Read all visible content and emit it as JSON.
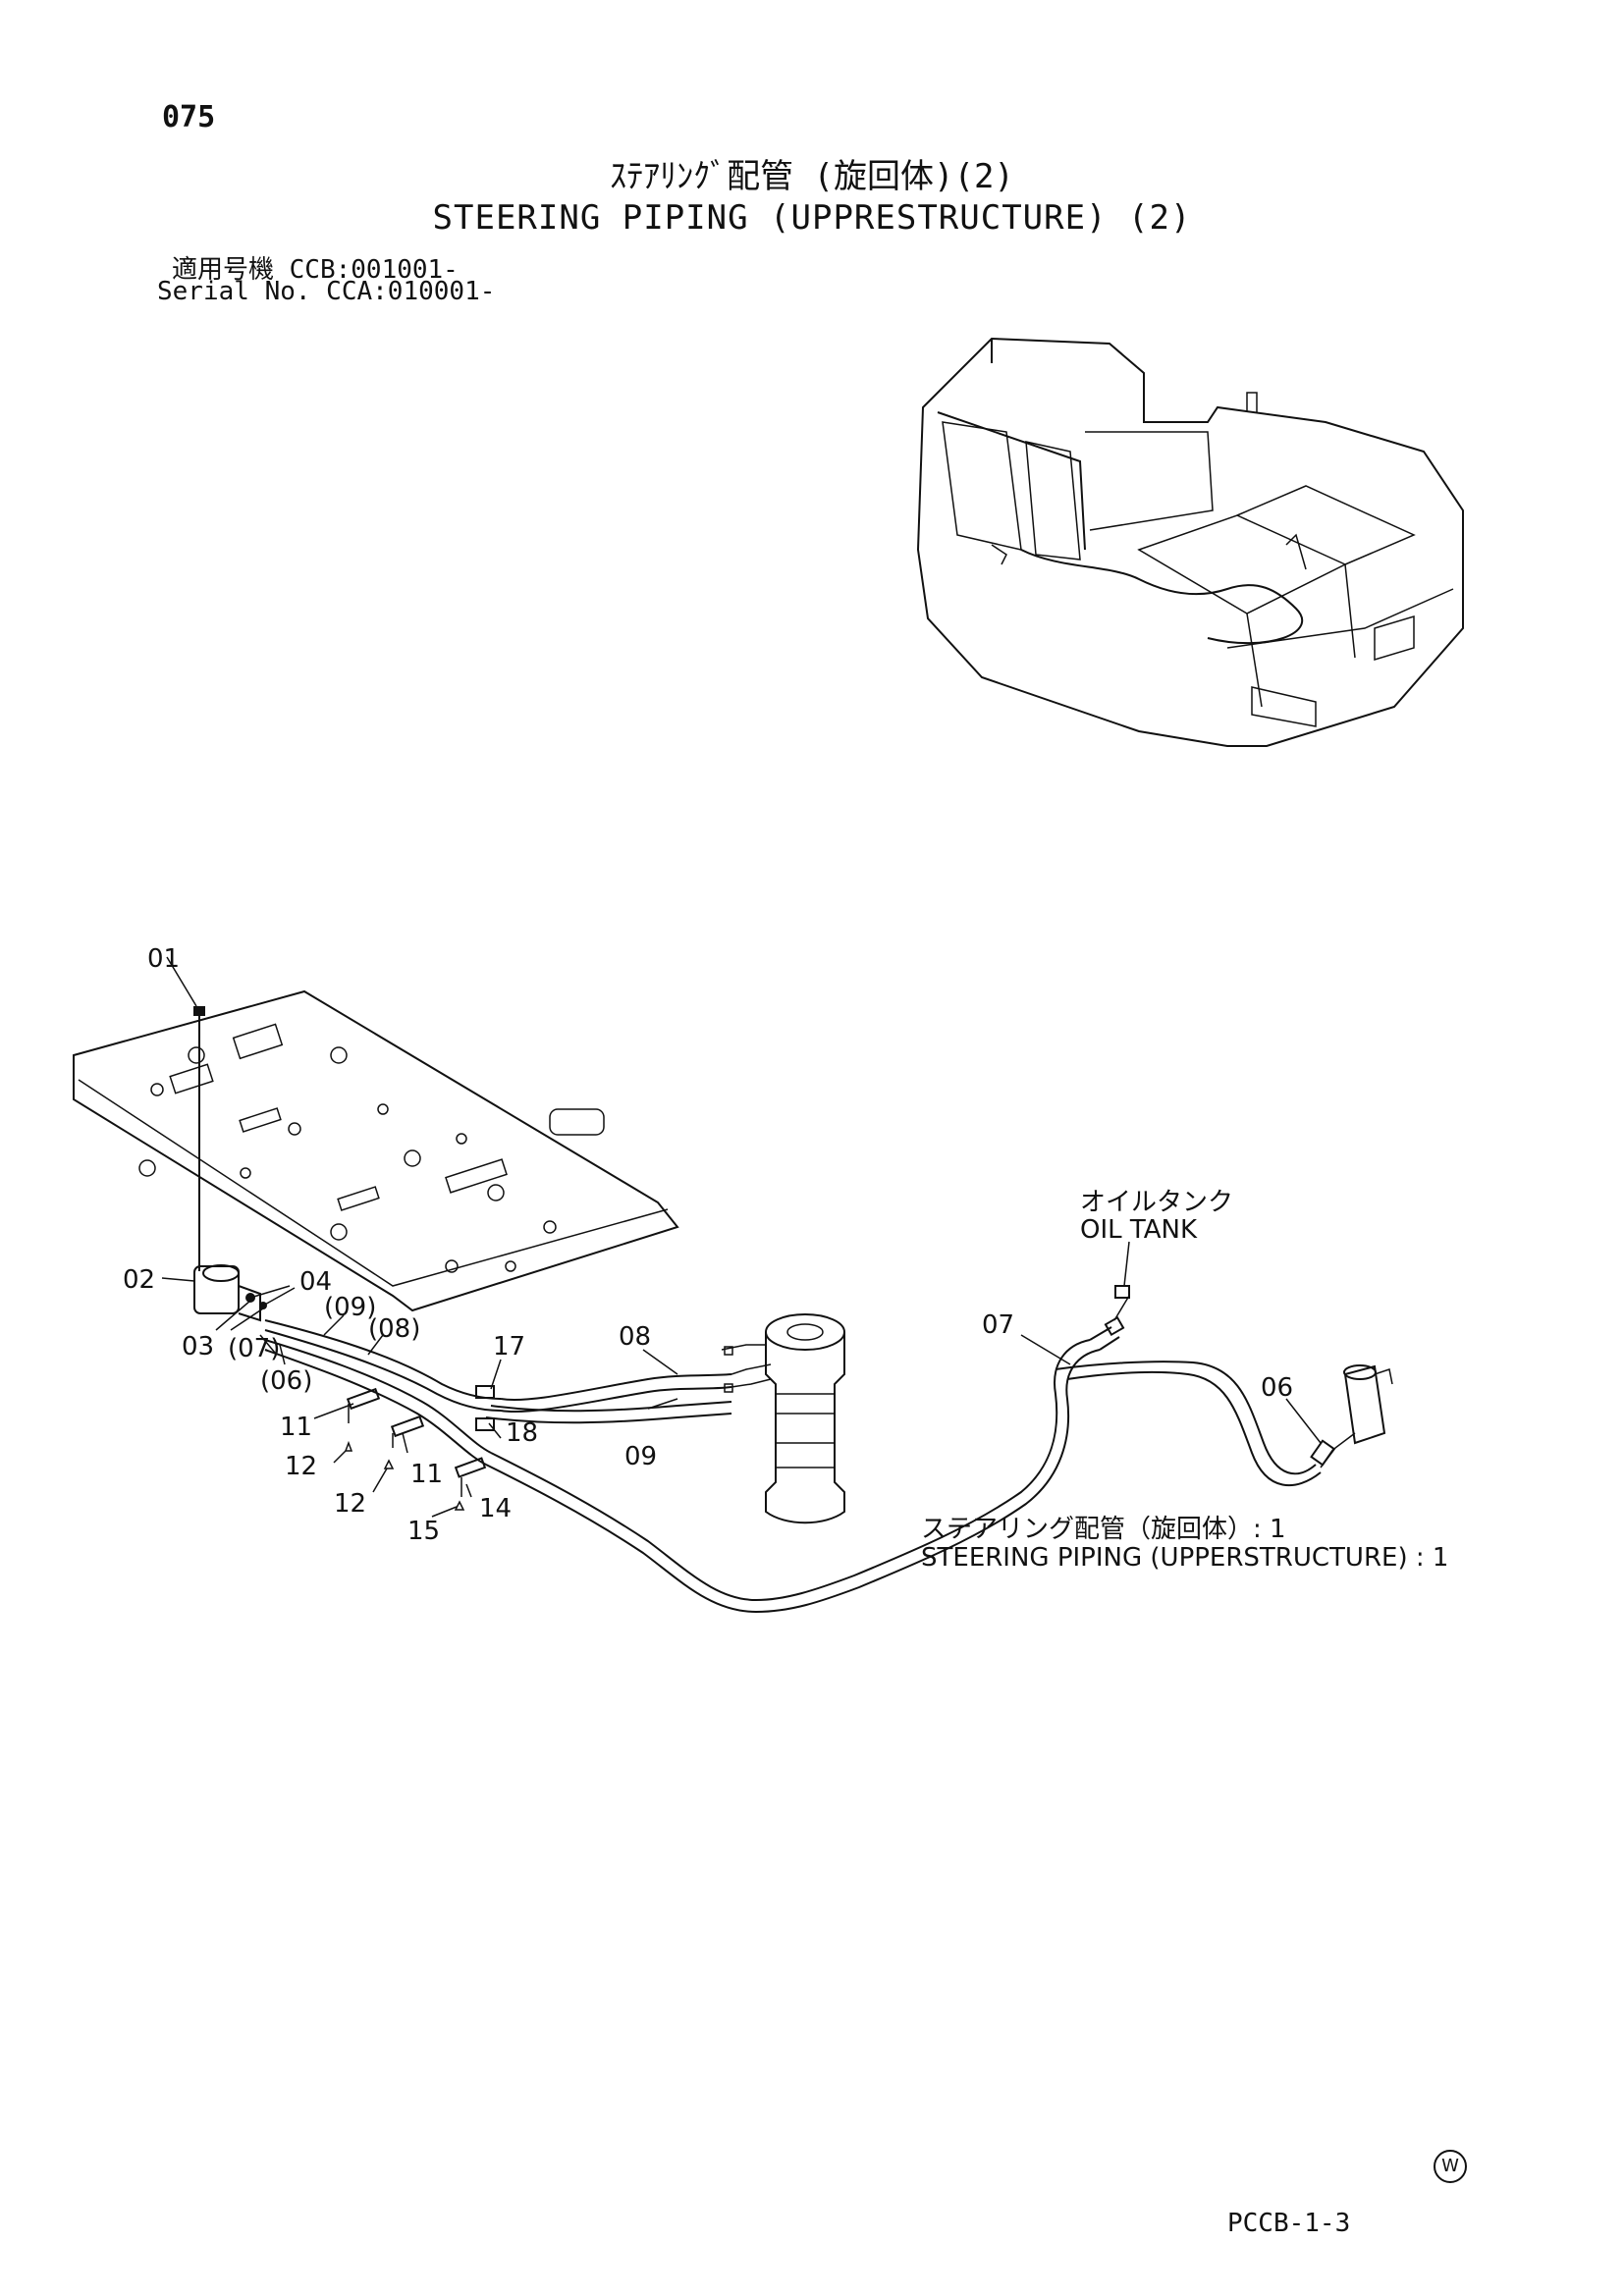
{
  "header": {
    "page_number": "075",
    "title_jp": "ｽﾃｱﾘﾝｸﾞ配管 (旋回体)(2)",
    "title_en": "STEERING PIPING (UPPRESTRUCTURE) (2)",
    "serial_jp": "適用号機 CCB:001001-",
    "serial_en": "Serial No. CCA:010001-"
  },
  "labels": {
    "oil_tank_jp": "オイルタンク",
    "oil_tank_en": "OIL TANK",
    "assembly_jp": "ステアリング配管（旋回体）: 1",
    "assembly_en": "STEERING PIPING (UPPERSTRUCTURE) : 1"
  },
  "part_numbers": {
    "p01": "01",
    "p02": "02",
    "p03": "03",
    "p04": "04",
    "p06": "06",
    "p06_paren": "(06)",
    "p07": "07",
    "p07_paren": "(07)",
    "p08": "08",
    "p08_paren": "(08)",
    "p09": "09",
    "p09_paren": "(09)",
    "p11a": "11",
    "p11b": "11",
    "p12a": "12",
    "p12b": "12",
    "p14": "14",
    "p15": "15",
    "p17": "17",
    "p18": "18"
  },
  "footer": {
    "mark": "W",
    "page_code": "PCCB-1-3"
  }
}
